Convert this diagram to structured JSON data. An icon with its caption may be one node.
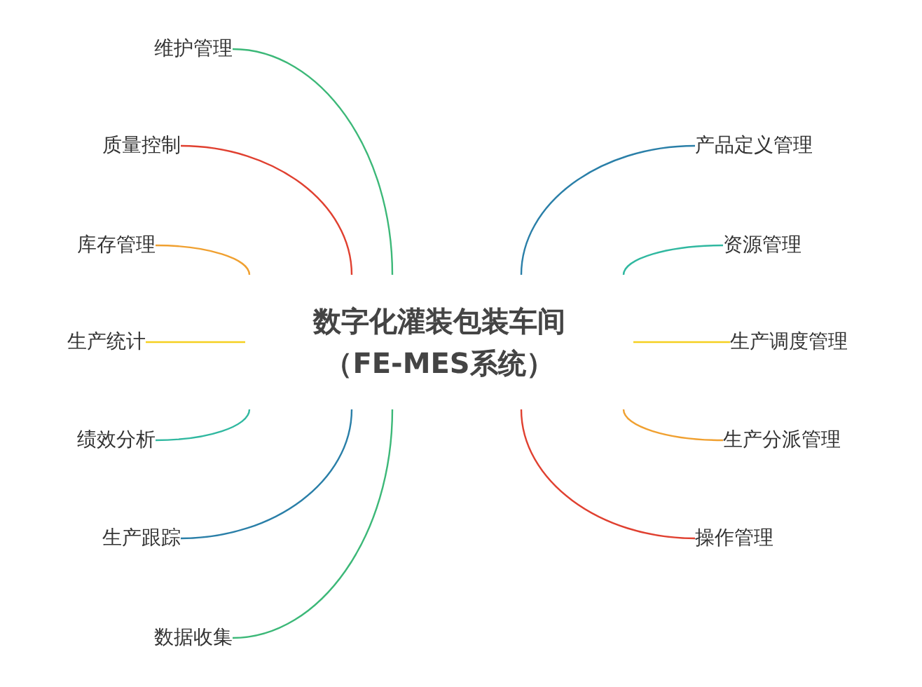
{
  "diagram": {
    "nodes": [
      {
        "text": [
          "数字化灌装包装车间（FE-MES系统）"
        ]
      },
      {
        "text": [
          "维护管理"
        ]
      },
      {
        "text": [
          "质量控制"
        ]
      },
      {
        "text": [
          "库存管理"
        ]
      },
      {
        "text": [
          "生产统计"
        ]
      },
      {
        "text": [
          "绩效分析"
        ]
      },
      {
        "text": [
          "生产跟踪"
        ]
      },
      {
        "text": [
          "数据收集"
        ]
      },
      {
        "text": [
          "产品定义管理"
        ]
      },
      {
        "text": [
          "资源管理"
        ]
      },
      {
        "text": [
          "生产调度管理"
        ]
      },
      {
        "text": [
          "生产分派管理"
        ]
      },
      {
        "text": [
          "操作管理"
        ]
      }
    ],
    "edges": [
      {
        "from": 0,
        "to": 1,
        "arrow": "none",
        "color": "#3cb878"
      },
      {
        "from": 0,
        "to": 2,
        "arrow": "none",
        "color": "#e04030"
      },
      {
        "from": 0,
        "to": 3,
        "arrow": "none",
        "color": "#f0a030"
      },
      {
        "from": 0,
        "to": 4,
        "arrow": "none",
        "color": "#f5d020"
      },
      {
        "from": 0,
        "to": 5,
        "arrow": "none",
        "color": "#30b8a0"
      },
      {
        "from": 0,
        "to": 6,
        "arrow": "none",
        "color": "#2a7fa8"
      },
      {
        "from": 0,
        "to": 7,
        "arrow": "none",
        "color": "#3cb878"
      },
      {
        "from": 0,
        "to": 8,
        "arrow": "none",
        "color": "#2a7fa8"
      },
      {
        "from": 0,
        "to": 9,
        "arrow": "none",
        "color": "#30b8a0"
      },
      {
        "from": 0,
        "to": 10,
        "arrow": "none",
        "color": "#f5d020"
      },
      {
        "from": 0,
        "to": 11,
        "arrow": "none",
        "color": "#f0a030"
      },
      {
        "from": 0,
        "to": 12,
        "arrow": "none",
        "color": "#e04030"
      }
    ]
  }
}
